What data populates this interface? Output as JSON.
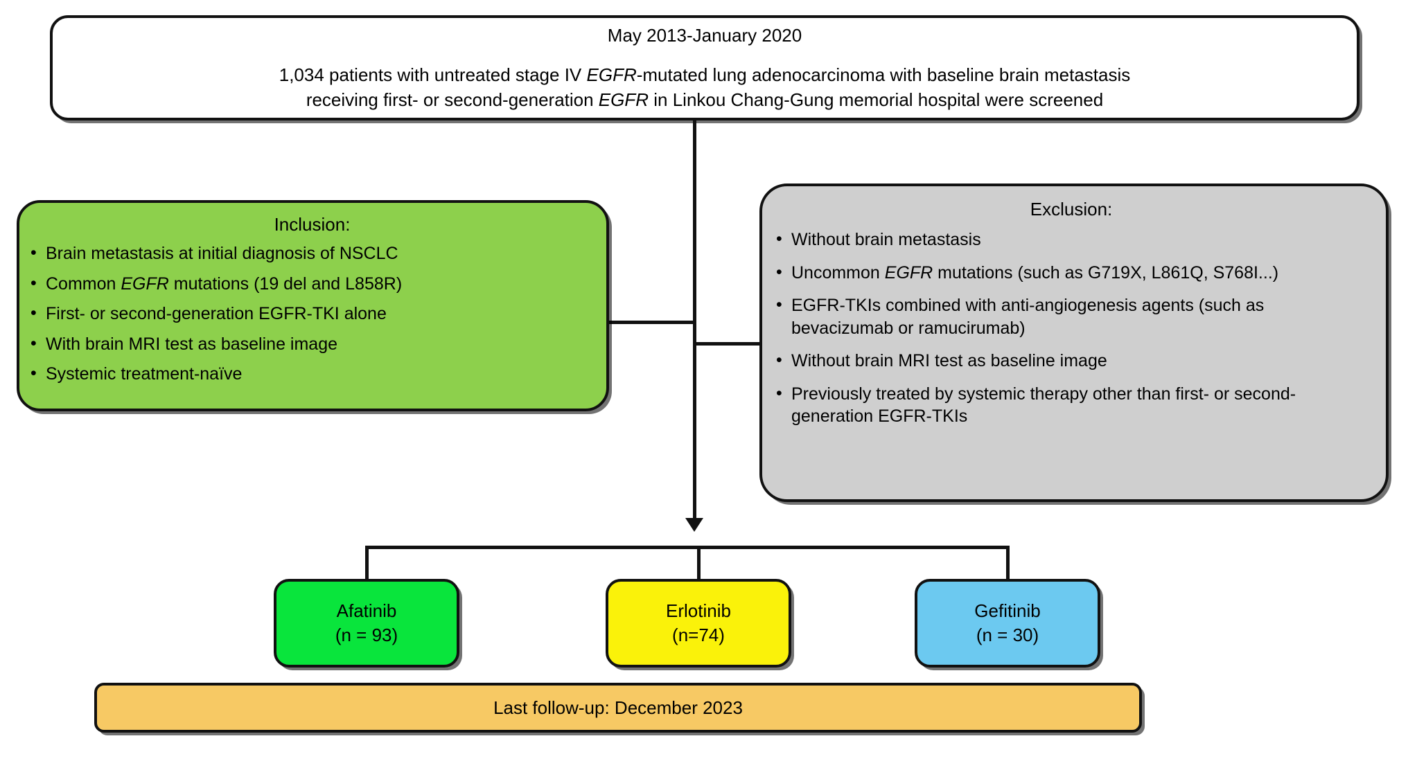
{
  "figure": {
    "type": "flowchart",
    "title": "Patient selection flow diagram"
  },
  "top_box": {
    "date_range": "May 2013-January 2020",
    "line1_a": "1,034 patients with untreated stage IV ",
    "line1_em": "EGFR",
    "line1_b": "-mutated lung adenocarcinoma with baseline brain metastasis",
    "line2_a": "receiving first- or second-generation ",
    "line2_em": "EGFR",
    "line2_b": " in Linkou Chang-Gung memorial hospital were screened"
  },
  "inclusion": {
    "heading": "Inclusion:",
    "items": [
      {
        "a": "Brain metastasis at initial diagnosis of NSCLC",
        "em": "",
        "b": ""
      },
      {
        "a": "Common ",
        "em": "EGFR",
        "b": " mutations (19 del and L858R)"
      },
      {
        "a": "First- or second-generation EGFR-TKI alone",
        "em": "",
        "b": ""
      },
      {
        "a": "With brain MRI test as baseline image",
        "em": "",
        "b": ""
      },
      {
        "a": "Systemic treatment-naïve",
        "em": "",
        "b": ""
      }
    ]
  },
  "exclusion": {
    "heading": "Exclusion:",
    "items": [
      {
        "a": "Without brain metastasis",
        "em": "",
        "b": ""
      },
      {
        "a": "Uncommon ",
        "em": "EGFR",
        "b": " mutations (such as G719X, L861Q, S768I...)"
      },
      {
        "a": "EGFR-TKIs combined with anti-angiogenesis agents (such as bevacizumab or ramucirumab)",
        "em": "",
        "b": ""
      },
      {
        "a": "Without brain MRI test as baseline image",
        "em": "",
        "b": ""
      },
      {
        "a": "Previously treated by systemic therapy other than first- or second-generation EGFR-TKIs",
        "em": "",
        "b": ""
      }
    ]
  },
  "arms": [
    {
      "name": "Afatinib",
      "n_label": "(n = 93)",
      "count": 93,
      "color": "#09E53C"
    },
    {
      "name": "Erlotinib",
      "n_label": "(n=74)",
      "count": 74,
      "color": "#FAF20A"
    },
    {
      "name": "Gefitinib",
      "n_label": "(n = 30)",
      "count": 30,
      "color": "#6CC9F0"
    }
  ],
  "followup": {
    "label": "Last follow-up: December 2023",
    "color": "#F7C964"
  },
  "colors": {
    "inclusion_fill": "#8DD04C",
    "exclusion_fill": "#CFCFCF",
    "stroke": "#111111",
    "page_background": "#FFFFFF"
  }
}
